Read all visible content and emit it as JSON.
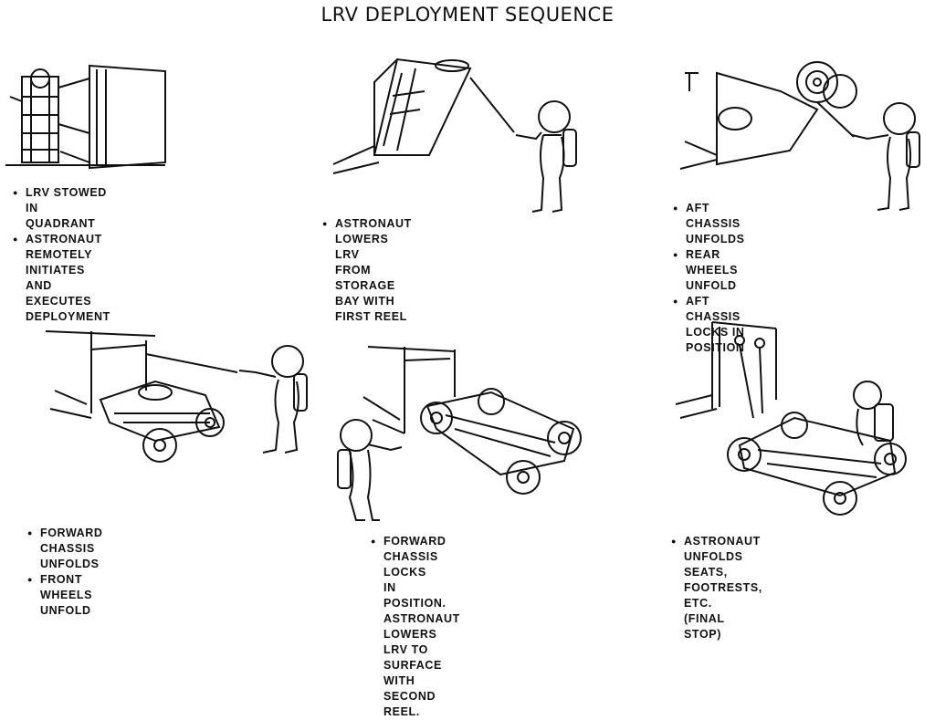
{
  "title": "LRV DEPLOYMENT SEQUENCE",
  "steps": [
    {
      "bullets": [
        "LRV STOWED IN QUADRANT",
        "ASTRONAUT REMOTELY INITIATES\nAND EXECUTES DEPLOYMENT"
      ]
    },
    {
      "bullets": [
        "ASTRONAUT LOWERS LRV\nFROM STORAGE BAY WITH\nFIRST REEL"
      ]
    },
    {
      "bullets": [
        "AFT CHASSIS UNFOLDS",
        "REAR WHEELS UNFOLD",
        "AFT CHASSIS LOCKS IN\nPOSITION"
      ]
    },
    {
      "bullets": [
        "FORWARD CHASSIS UNFOLDS",
        "FRONT WHEELS UNFOLD"
      ]
    },
    {
      "bullets": [
        "FORWARD CHASSIS LOCKS\nIN POSITION.  ASTRONAUT\nLOWERS LRV TO SURFACE\nWITH SECOND REEL."
      ]
    },
    {
      "bullets": [
        "ASTRONAUT UNFOLDS\nSEATS, FOOTRESTS, ETC.\n(FINAL STOP)"
      ]
    }
  ]
}
